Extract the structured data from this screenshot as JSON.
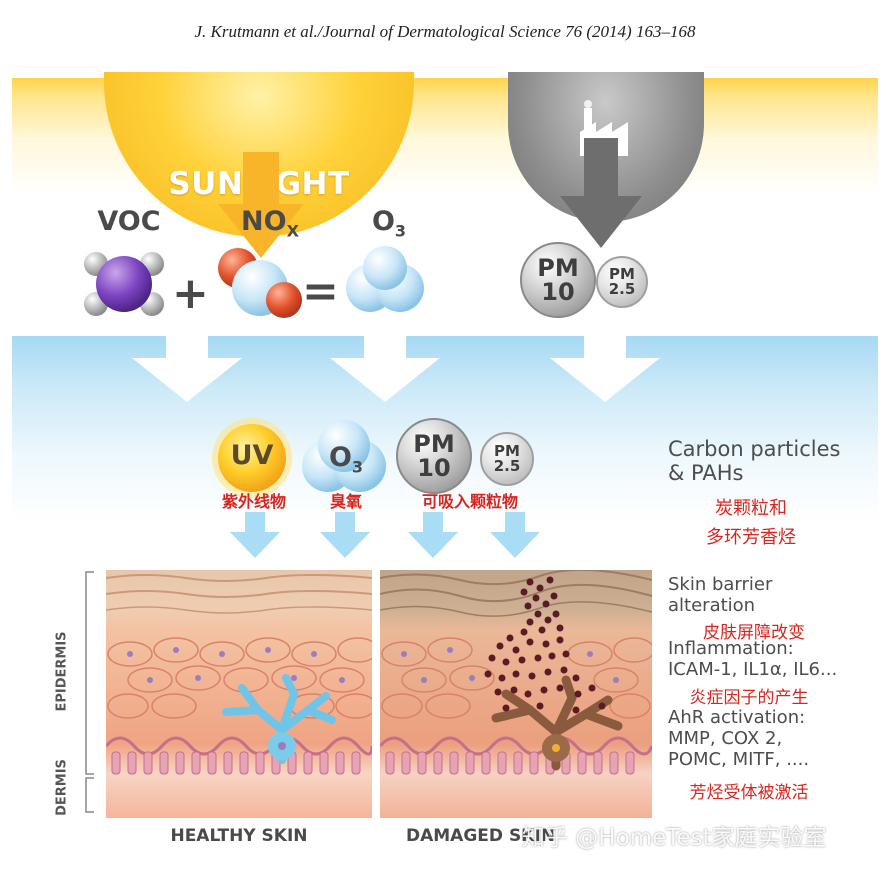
{
  "citation": "J. Krutmann et al./Journal of Dermatological Science 76 (2014) 163–168",
  "sunlight_label": "SUNLIGHT",
  "chemistry": {
    "voc": "VOC",
    "nox_main": "NO",
    "nox_sub": "X",
    "o3_main": "O",
    "o3_sub": "3",
    "plus": "+",
    "equals": "="
  },
  "pm": {
    "pm_top": "PM",
    "pm10": "10",
    "pm25": "2.5"
  },
  "exposures": {
    "uv": "UV",
    "uv_cn": "紫外线物",
    "ozone_cn": "臭氧",
    "particles_cn": "可吸入颗粒物"
  },
  "right_panel": {
    "carbon_line1": "Carbon particles",
    "carbon_line2": "& PAHs",
    "carbon_cn_line1": "炭颗粒和",
    "carbon_cn_line2": "多环芳香烃",
    "barrier_line1": "Skin barrier",
    "barrier_line2": "alteration",
    "barrier_cn": "皮肤屏障改变",
    "inflammation_line1": "Inflammation:",
    "inflammation_line2": "ICAM-1, IL1α, IL6...",
    "inflammation_cn": "炎症因子的产生",
    "ahr_line1": "AhR activation:",
    "ahr_line2": "MMP, COX 2,",
    "ahr_line3": "POMC, MITF, ....",
    "ahr_cn": "芳烃受体被激活"
  },
  "layers": {
    "epidermis": "EPIDERMIS",
    "dermis": "DERMIS"
  },
  "skin": {
    "healthy": "HEALTHY SKIN",
    "damaged": "DAMAGED SKIN"
  },
  "watermark": "知乎 @HomeTest家庭实验室",
  "colors": {
    "sun": "#f6b41a",
    "arrow_yellow": "#f9b52a",
    "arrow_gray": "#6e6e6e",
    "sky": "#a6d9f4",
    "arrow_blue": "#a9dcf5",
    "annotation_red": "#d8261f",
    "skin_cell": "#f0a483",
    "melanocyte": "#6ec5e8",
    "particle": "#5a1b26"
  }
}
